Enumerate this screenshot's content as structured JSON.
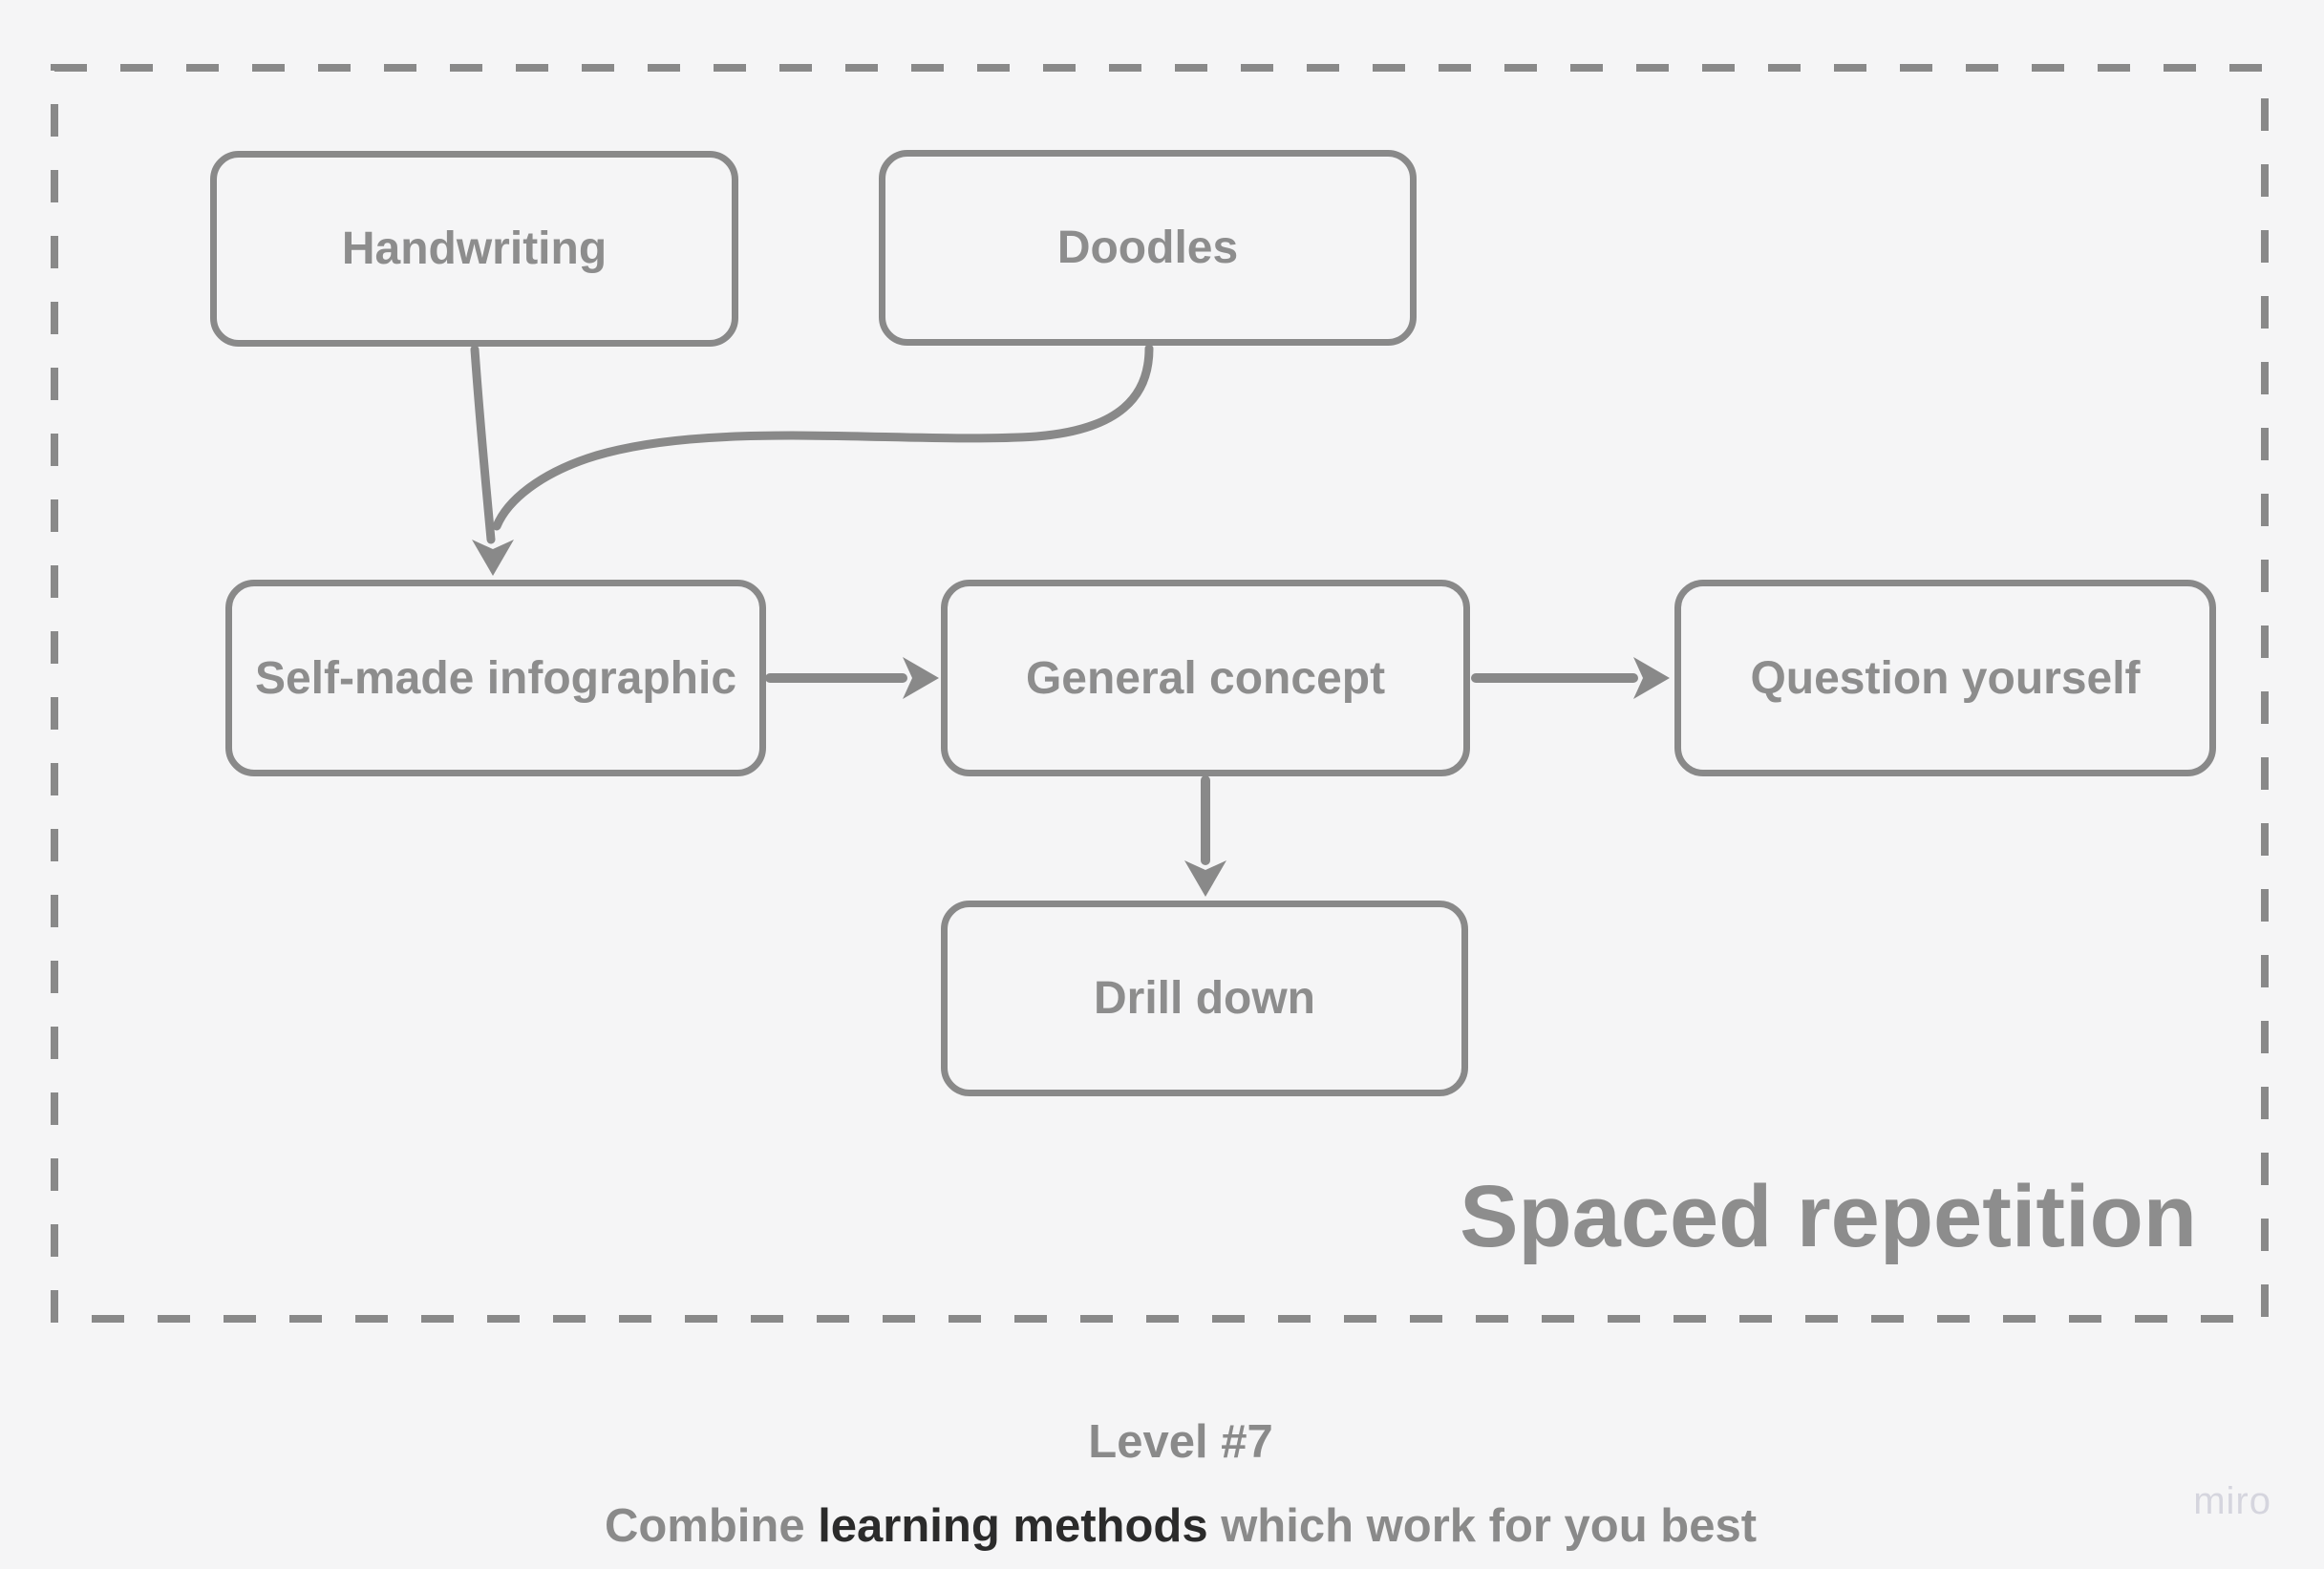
{
  "canvas": {
    "background_color": "#f5f5f6",
    "stroke_color": "#898989",
    "node_text_color": "#8d8d8d",
    "footer_text_color": "#8a8a8a",
    "footer_emphasis_color": "#2b2b2b",
    "watermark_color": "#d5d5de"
  },
  "diagram": {
    "title": "Spaced repetition",
    "nodes": [
      {
        "id": "handwriting",
        "label": "Handwriting"
      },
      {
        "id": "doodles",
        "label": "Doodles"
      },
      {
        "id": "self-made-infographic",
        "label": "Self-made infographic"
      },
      {
        "id": "general-concept",
        "label": "General concept"
      },
      {
        "id": "question-yourself",
        "label": "Question yourself"
      },
      {
        "id": "drill-down",
        "label": "Drill down"
      }
    ],
    "edges": [
      {
        "from": "Handwriting",
        "to": "Self-made infographic"
      },
      {
        "from": "Doodles",
        "to": "Self-made infographic"
      },
      {
        "from": "Self-made infographic",
        "to": "General concept"
      },
      {
        "from": "General concept",
        "to": "Question yourself"
      },
      {
        "from": "General concept",
        "to": "Drill down"
      }
    ]
  },
  "footer": {
    "line1": "Level #7",
    "line2_prefix": "Combine ",
    "line2_emphasis": "learning methods",
    "line2_suffix": " which work for you best"
  },
  "watermark": "miro"
}
